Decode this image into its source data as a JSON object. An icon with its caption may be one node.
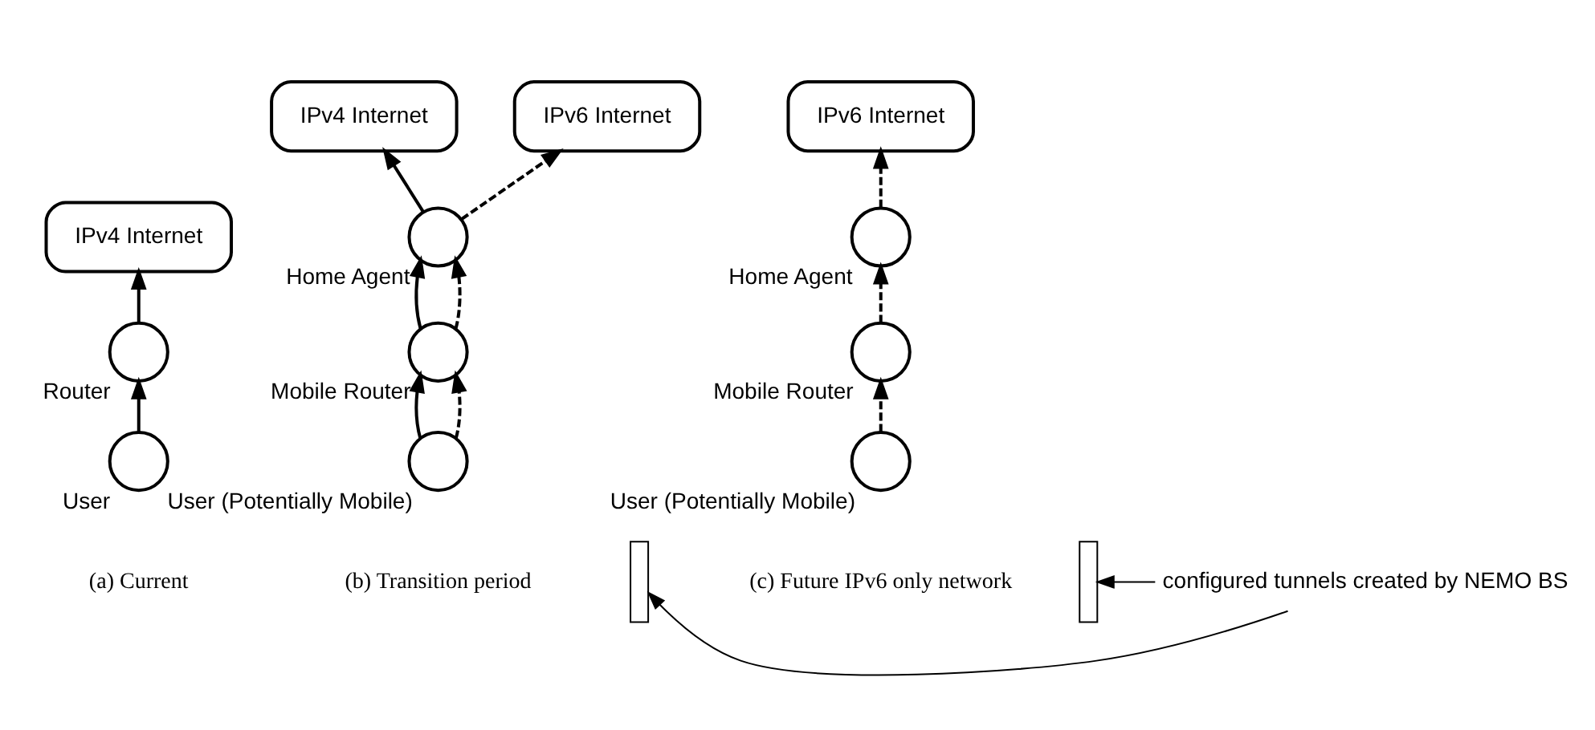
{
  "diagram": {
    "nodes": [
      {
        "text": [
          "IPv4 Internet"
        ]
      },
      {
        "text": [],
        "shape": "circle",
        "beside": [
          "Router"
        ]
      },
      {
        "text": [],
        "shape": "circle",
        "beside": [
          "User"
        ]
      },
      {
        "text": [
          "IPv4 Internet"
        ]
      },
      {
        "text": [
          "IPv6 Internet"
        ]
      },
      {
        "text": [],
        "shape": "circle",
        "beside": [
          "Home Agent"
        ]
      },
      {
        "text": [],
        "shape": "circle",
        "beside": [
          "Mobile Router"
        ]
      },
      {
        "text": [],
        "shape": "circle",
        "beside": [
          "User (Potentially Mobile)"
        ]
      },
      {
        "text": [],
        "shape": "box"
      },
      {
        "text": [
          "configured tunnels created by NEMO BS"
        ]
      },
      {
        "text": [
          "IPv6 Internet"
        ]
      },
      {
        "text": [],
        "shape": "circle",
        "beside": [
          "Home Agent"
        ]
      },
      {
        "text": [],
        "shape": "circle",
        "beside": [
          "Mobile Router"
        ]
      },
      {
        "text": [],
        "shape": "circle",
        "beside": [
          "User (Potentially Mobile)"
        ]
      },
      {
        "text": [],
        "shape": "box"
      }
    ],
    "edges": [
      {
        "from": 2,
        "to": 1,
        "arrow": "to"
      },
      {
        "from": 1,
        "to": 0,
        "arrow": "to"
      },
      {
        "from": 7,
        "to": 6,
        "arrow": "to"
      },
      {
        "from": 7,
        "to": 6,
        "arrow": "to",
        "style": "dashed"
      },
      {
        "from": 6,
        "to": 5,
        "arrow": "to"
      },
      {
        "from": 6,
        "to": 5,
        "arrow": "to",
        "style": "dashed"
      },
      {
        "from": 5,
        "to": 3,
        "arrow": "to"
      },
      {
        "from": 5,
        "to": 4,
        "arrow": "to",
        "style": "dashed"
      },
      {
        "from": 9,
        "to": 8,
        "arrow": "to"
      },
      {
        "from": 9,
        "to": 14,
        "arrow": "to"
      },
      {
        "from": 13,
        "to": 12,
        "arrow": "to",
        "style": "dashed"
      },
      {
        "from": 12,
        "to": 11,
        "arrow": "to",
        "style": "dashed"
      },
      {
        "from": 11,
        "to": 10,
        "arrow": "to",
        "style": "dashed"
      }
    ],
    "labels": [
      "(a) Current",
      "(b) Transition period",
      "(c) Future IPv6 only network"
    ]
  }
}
